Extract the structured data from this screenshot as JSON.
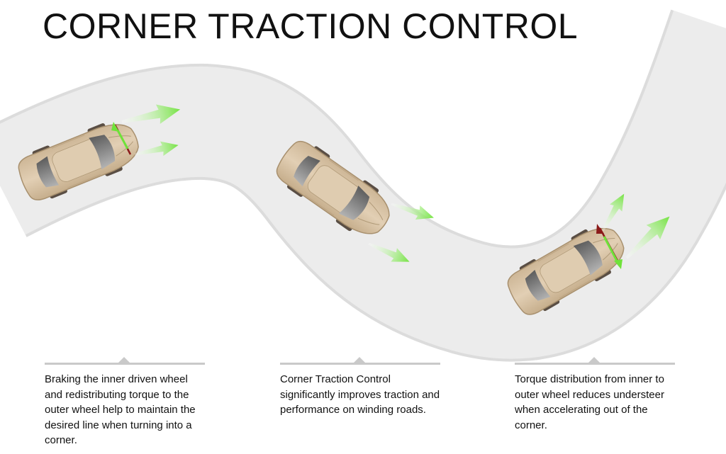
{
  "title": "CORNER TRACTION CONTROL",
  "captions": [
    "Braking the inner driven wheel and redistributing torque to the outer wheel help to maintain the desired line when turning into a corner.",
    "Corner Traction Control significantly improves traction and performance on winding roads.",
    "Torque distribution from inner to outer wheel reduces understeer when accelerating out of the corner."
  ],
  "colors": {
    "road": "#ebebeb",
    "road_edge": "#dddddd",
    "car_body": "#d9c4a6",
    "car_outline": "#a8906e",
    "tire": "#5a4e44",
    "torque_arrow": "#7ee84e",
    "transfer_arrow_inner": "#8b1a1a"
  },
  "icons": [
    "car-icon",
    "torque-arrow-icon",
    "torque-transfer-arrow-icon"
  ]
}
